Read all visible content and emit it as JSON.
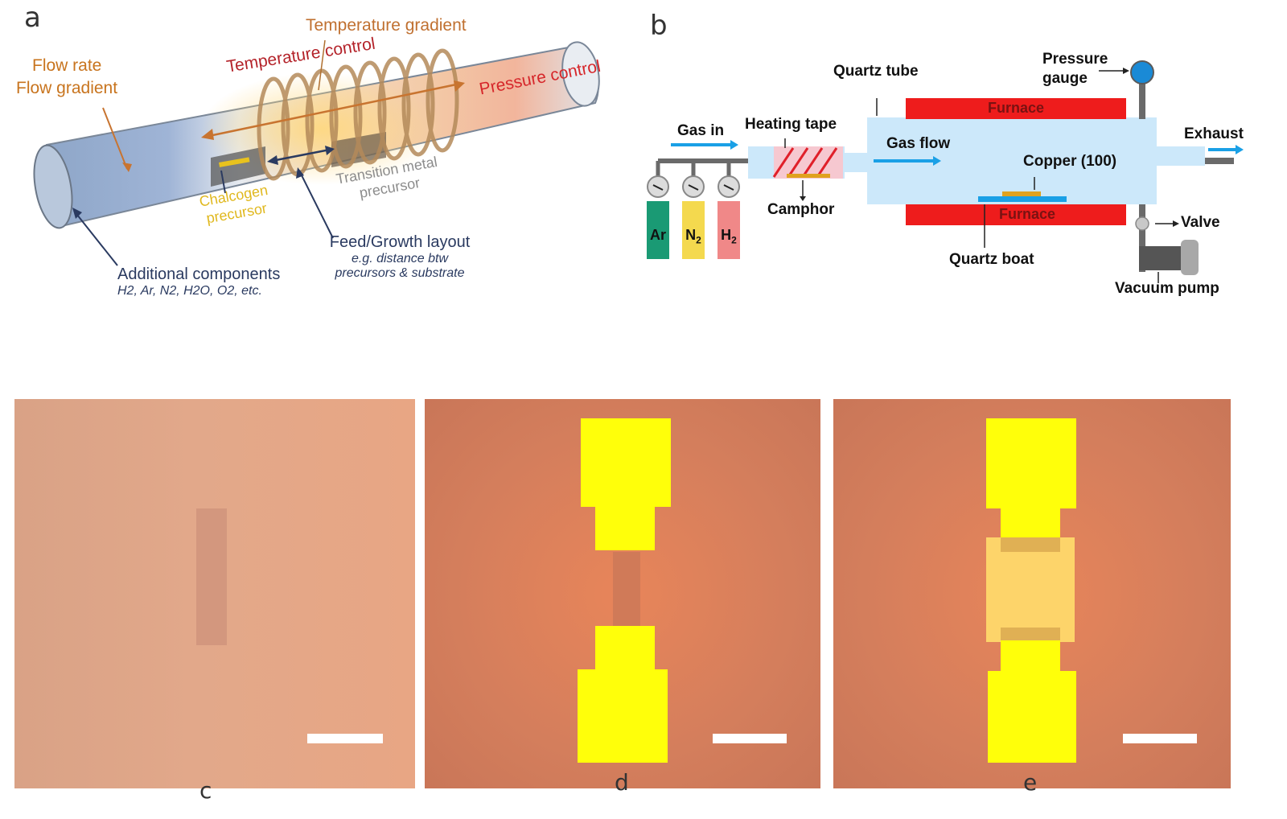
{
  "panel_a": {
    "letter": "a",
    "labels": {
      "flow_rate": "Flow rate",
      "flow_gradient": "Flow gradient",
      "temperature_gradient": "Temperature gradient",
      "temperature_control": "Temperature control",
      "pressure_control": "Pressure control",
      "chalcogen_1": "Chalcogen",
      "chalcogen_2": "precursor",
      "transition_1": "Transition metal",
      "transition_2": "precursor",
      "feed_layout": "Feed/Growth layout",
      "feed_sub_1": "e.g. distance btw",
      "feed_sub_2": "precursors & substrate",
      "additional": "Additional components",
      "additional_sub": "H2, Ar, N2, H2O, O2, etc."
    }
  },
  "panel_b": {
    "letter": "b",
    "labels": {
      "gas_in": "Gas in",
      "heating_tape": "Heating tape",
      "quartz_tube": "Quartz tube",
      "pressure_1": "Pressure",
      "pressure_2": "gauge",
      "furnace_top": "Furnace",
      "furnace_bottom": "Furnace",
      "gas_flow": "Gas flow",
      "copper": "Copper (100)",
      "exhaust": "Exhaust",
      "camphor": "Camphor",
      "quartz_boat": "Quartz boat",
      "valve": "Valve",
      "vacuum_pump": "Vacuum pump",
      "gas_ar": "Ar",
      "gas_n2": "N",
      "gas_h2": "H",
      "sub_2": "2"
    }
  },
  "photos": [
    {
      "letter": "c"
    },
    {
      "letter": "d"
    },
    {
      "letter": "e"
    }
  ],
  "colors": {
    "furnace_red": "#ee1c1c",
    "tube_blue": "#cce8fa",
    "gas_arrow": "#1aa0e6",
    "ar_green": "#1a9a74",
    "n2_yellow": "#f4d94e",
    "h2_pink": "#f08888",
    "pad_yellow": "#ffff0a"
  }
}
